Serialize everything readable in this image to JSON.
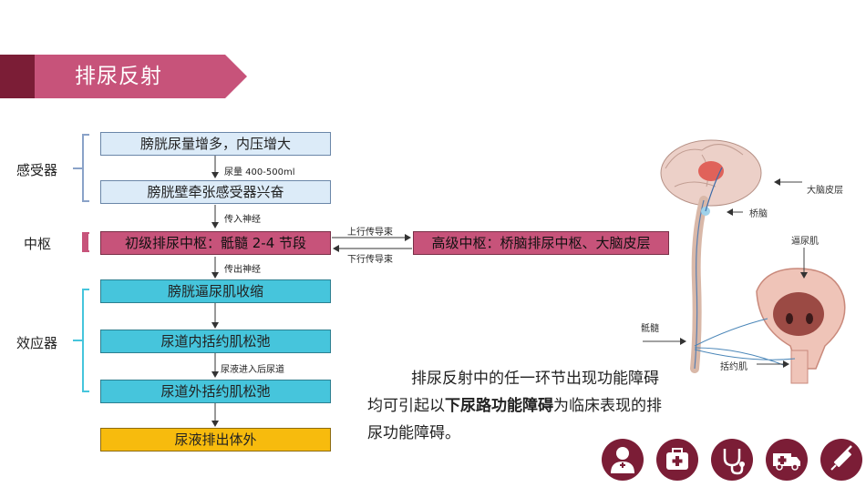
{
  "slide": {
    "title": "排尿反射"
  },
  "groups": {
    "receptor": "感受器",
    "center": "中枢",
    "effector": "效应器"
  },
  "boxes": {
    "b1": "膀胱尿量增多，内压增大",
    "b2": "膀胱壁牵张感受器兴奋",
    "b3": "初级排尿中枢：骶髓 2-4 节段",
    "b4": "膀胱逼尿肌收缩",
    "b5": "尿道内括约肌松弛",
    "b6": "尿道外括约肌松弛",
    "b7": "尿液排出体外",
    "b8": "高级中枢：桥脑排尿中枢、大脑皮层"
  },
  "arrows": {
    "a1": "尿量 400-500ml",
    "a2": "传入神经",
    "a3": "传出神经",
    "a4": "尿液进入后尿道",
    "up": "上行传导束",
    "down": "下行传导束"
  },
  "paragraph": {
    "p1": "排尿反射中的任一环节出现功能障碍均可引起以",
    "bold": "下尿路功能障碍",
    "p2": "为临床表现的排尿功能障碍。"
  },
  "anatomy": {
    "cortex": "大脑皮层",
    "pons": "桥脑",
    "detrusor": "逼尿肌",
    "sacral": "骶髓",
    "sphincter": "括约肌"
  },
  "icons": [
    "doctor-icon",
    "medical-kit-icon",
    "stethoscope-icon",
    "ambulance-icon",
    "syringe-icon"
  ],
  "colors": {
    "accent": "#c7537a",
    "dark": "#7b1d36",
    "cyan": "#46c5dc",
    "yellow": "#f7bb0d"
  }
}
